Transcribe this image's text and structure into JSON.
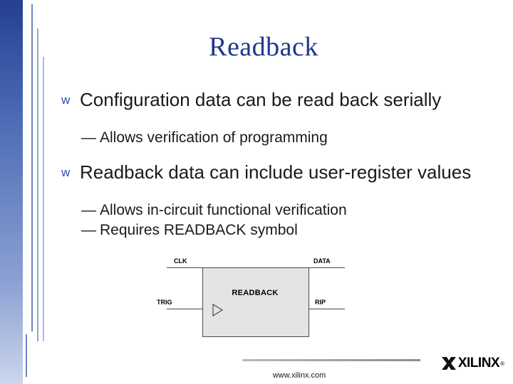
{
  "slide": {
    "title": "Readback",
    "bullets": [
      {
        "level": 1,
        "marker": "w",
        "text": "Configuration data can be read back serially"
      },
      {
        "level": 2,
        "marker": "—",
        "text": "Allows verification of programming"
      },
      {
        "level": 1,
        "marker": "w",
        "text": "Readback data can include user-register values"
      },
      {
        "level": 2,
        "marker": "—",
        "text": "Allows in-circuit functional verification"
      },
      {
        "level": 2,
        "marker": "—",
        "text": "Requires READBACK symbol"
      }
    ]
  },
  "symbol": {
    "name": "READBACK",
    "pins": {
      "clk": "CLK",
      "trig": "TRIG",
      "data": "DATA",
      "rip": "RIP"
    }
  },
  "footer": {
    "url": "www.xilinx.com",
    "logo_text": "XILINX",
    "logo_reg": "®"
  },
  "colors": {
    "title": "#20378c",
    "bullet_mark": "#2b4fa2",
    "band_dark": "#24408f",
    "band_light": "#ccd6ec",
    "symbol_fill": "#e4e4e4",
    "symbol_stroke": "#4a4a4a"
  }
}
